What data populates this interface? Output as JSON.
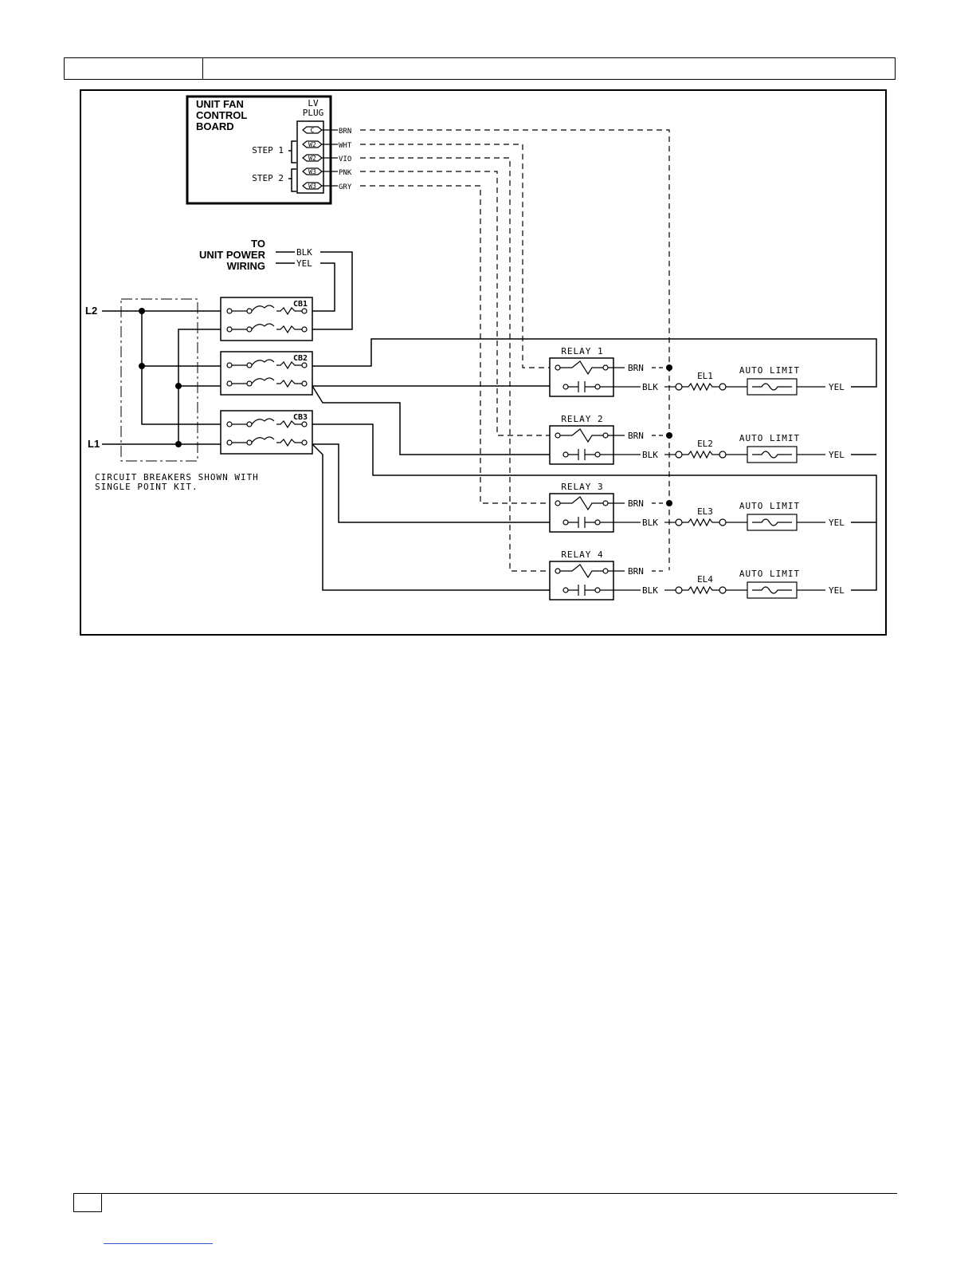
{
  "board": {
    "title_lines": [
      "UNIT FAN",
      "CONTROL",
      "BOARD"
    ],
    "plug_label_lines": [
      "LV",
      "PLUG"
    ],
    "pins": [
      {
        "pin": "C",
        "wire": "BRN"
      },
      {
        "pin": "W2",
        "wire": "WHT"
      },
      {
        "pin": "W2",
        "wire": "VIO"
      },
      {
        "pin": "W3",
        "wire": "PNK"
      },
      {
        "pin": "W3",
        "wire": "GRY"
      }
    ],
    "steps": [
      "STEP 1",
      "STEP 2"
    ]
  },
  "power": {
    "label_lines": [
      "TO",
      "UNIT  POWER",
      "WIRING"
    ],
    "wires": [
      "BLK",
      "YEL"
    ]
  },
  "lines": {
    "l1": "L1",
    "l2": "L2"
  },
  "breakers": [
    "CB1",
    "CB2",
    "CB3"
  ],
  "breaker_note_lines": [
    "CIRCUIT BREAKERS SHOWN WITH",
    "SINGLE POINT KIT."
  ],
  "relays": [
    {
      "name": "RELAY 1",
      "coil_wire": "BRN",
      "contact_wire": "BLK",
      "element": "EL1",
      "limit": "AUTO LIMIT",
      "out_wire": "YEL"
    },
    {
      "name": "RELAY 2",
      "coil_wire": "BRN",
      "contact_wire": "BLK",
      "element": "EL2",
      "limit": "AUTO LIMIT",
      "out_wire": "YEL"
    },
    {
      "name": "RELAY 3",
      "coil_wire": "BRN",
      "contact_wire": "BLK",
      "element": "EL3",
      "limit": "AUTO LIMIT",
      "out_wire": "YEL"
    },
    {
      "name": "RELAY 4",
      "coil_wire": "BRN",
      "contact_wire": "BLK",
      "element": "EL4",
      "limit": "AUTO LIMIT",
      "out_wire": "YEL"
    }
  ]
}
